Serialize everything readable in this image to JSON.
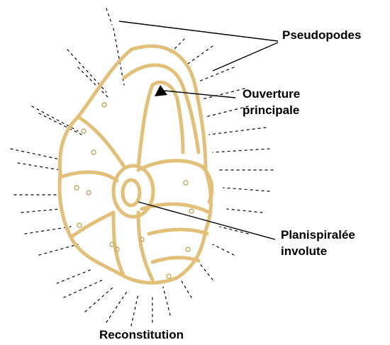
{
  "labels": {
    "pseudopodes": "Pseudopodes",
    "ouverture_line1": "Ouverture",
    "ouverture_line2": "principale",
    "planispiralee_line1": "Planispiralée",
    "planispiralee_line2": "involute",
    "caption": "Reconstitution"
  },
  "colors": {
    "shell_outline": "#E2C07A",
    "aperture": "#000000",
    "pseudopods": "#000000",
    "text": "#000000"
  }
}
